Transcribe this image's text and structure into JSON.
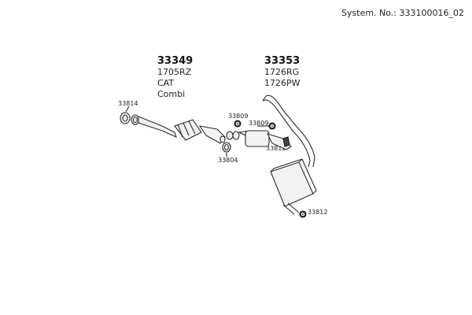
{
  "system_number": "System. No.: 333100016_02",
  "parts": {
    "front": {
      "number": "33349",
      "details": [
        "1705RZ",
        "CAT",
        "Combi"
      ]
    },
    "rear": {
      "number": "33353",
      "details": [
        "1726RG",
        "1726PW"
      ]
    }
  },
  "callouts": {
    "c33814": "33814",
    "c33809a": "33809",
    "c33809b": "33809",
    "c33804": "33804",
    "c33812a": "33812",
    "c33812b": "33812"
  },
  "icons": {
    "gasket": "ring-gasket-icon",
    "clamp": "clamp-icon",
    "rubber_hanger": "rubber-hanger-icon"
  }
}
